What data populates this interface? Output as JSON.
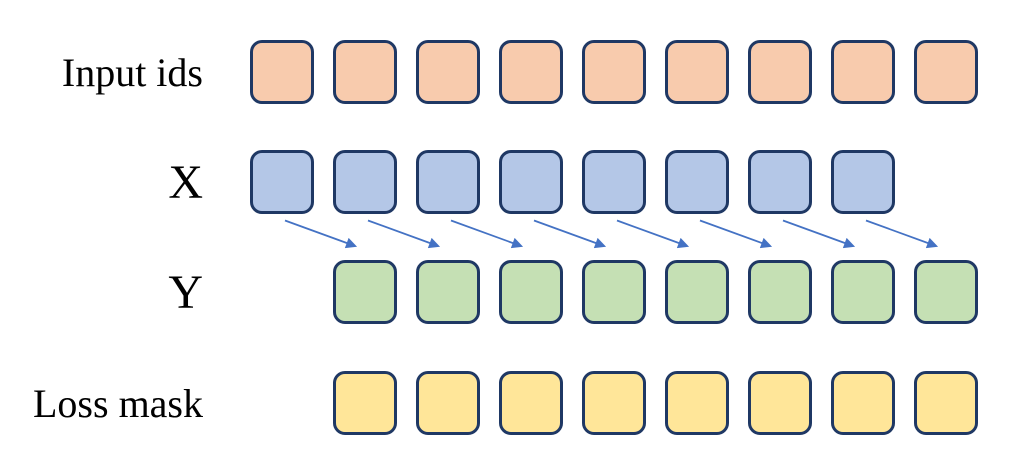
{
  "diagram": {
    "background_color": "#ffffff",
    "square_border_color": "#1f3864",
    "arrow_color": "#4472c4",
    "rows": [
      {
        "id": "input-ids",
        "label": "Input ids",
        "square_count": 9,
        "fill_color": "#f8cbad"
      },
      {
        "id": "x",
        "label": "X",
        "square_count": 8,
        "fill_color": "#b4c7e7"
      },
      {
        "id": "y",
        "label": "Y",
        "square_count": 8,
        "fill_color": "#c5e0b4"
      },
      {
        "id": "loss-mask",
        "label": "Loss mask",
        "square_count": 8,
        "fill_color": "#ffe699"
      }
    ],
    "arrows": {
      "count": 8,
      "from_label": "X",
      "to_label": "Y"
    }
  }
}
